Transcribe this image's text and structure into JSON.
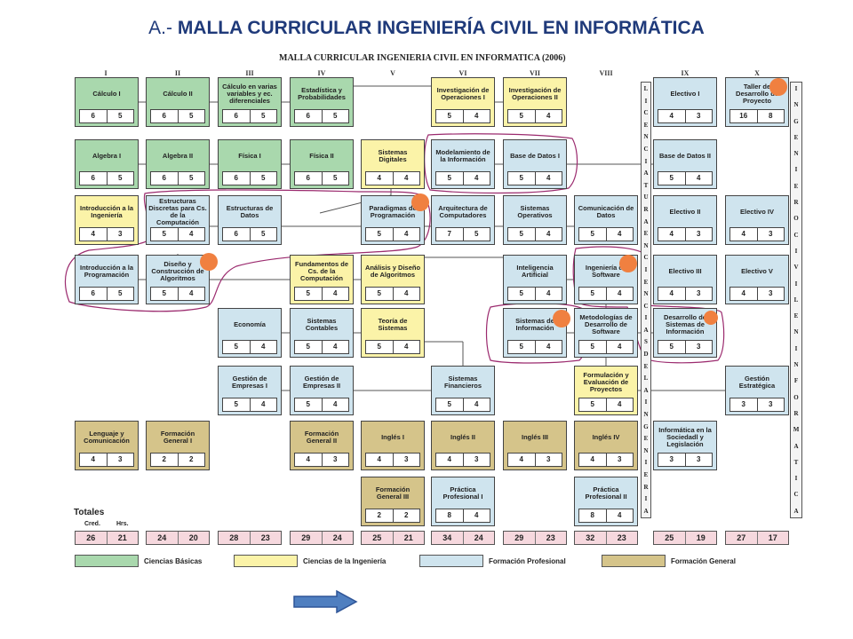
{
  "slide": {
    "title_prefix": "A.- ",
    "title_main": "MALLA CURRICULAR INGENIERÍA CIVIL EN INFORMÁTICA"
  },
  "chart": {
    "title": "MALLA CURRICULAR INGENIERIA CIVIL EN INFORMATICA (2006)"
  },
  "semesters": [
    "I",
    "II",
    "III",
    "IV",
    "V",
    "VI",
    "VII",
    "VIII",
    "IX",
    "X"
  ],
  "courses": [
    {
      "id": "calculo-i",
      "name": "Cálculo I",
      "cred": "6",
      "hrs": "5",
      "cat": "cb"
    },
    {
      "id": "calculo-ii",
      "name": "Cálculo II",
      "cred": "6",
      "hrs": "5",
      "cat": "cb"
    },
    {
      "id": "calculo-varias",
      "name": "Cálculo en varias variables y ec. diferenciales",
      "cred": "6",
      "hrs": "5",
      "cat": "cb"
    },
    {
      "id": "estadistica",
      "name": "Estadística y Probabilidades",
      "cred": "6",
      "hrs": "5",
      "cat": "cb"
    },
    {
      "id": "inv-op-i",
      "name": "Investigación de Operaciones I",
      "cred": "5",
      "hrs": "4",
      "cat": "ci"
    },
    {
      "id": "inv-op-ii",
      "name": "Investigación de Operaciones II",
      "cred": "5",
      "hrs": "4",
      "cat": "ci"
    },
    {
      "id": "electivo-i",
      "name": "Electivo I",
      "cred": "4",
      "hrs": "3",
      "cat": "fp"
    },
    {
      "id": "taller-proyecto",
      "name": "Taller de Desarrollo de Proyecto",
      "cred": "16",
      "hrs": "8",
      "cat": "fp"
    },
    {
      "id": "algebra-i",
      "name": "Algebra I",
      "cred": "6",
      "hrs": "5",
      "cat": "cb"
    },
    {
      "id": "algebra-ii",
      "name": "Algebra II",
      "cred": "6",
      "hrs": "5",
      "cat": "cb"
    },
    {
      "id": "fisica-i",
      "name": "Física I",
      "cred": "6",
      "hrs": "5",
      "cat": "cb"
    },
    {
      "id": "fisica-ii",
      "name": "Física II",
      "cred": "6",
      "hrs": "5",
      "cat": "cb"
    },
    {
      "id": "sistemas-digitales",
      "name": "Sistemas Digitales",
      "cred": "4",
      "hrs": "4",
      "cat": "ci"
    },
    {
      "id": "modelamiento",
      "name": "Modelamiento de la Información",
      "cred": "5",
      "hrs": "4",
      "cat": "fp"
    },
    {
      "id": "base-datos-i",
      "name": "Base de Datos I",
      "cred": "5",
      "hrs": "4",
      "cat": "fp"
    },
    {
      "id": "base-datos-ii",
      "name": "Base de Datos II",
      "cred": "5",
      "hrs": "4",
      "cat": "fp"
    },
    {
      "id": "intro-ingenieria",
      "name": "Introducción a la Ingeniería",
      "cred": "4",
      "hrs": "3",
      "cat": "ci"
    },
    {
      "id": "estructuras-discretas",
      "name": "Estructuras Discretas para Cs. de la Computación",
      "cred": "5",
      "hrs": "4",
      "cat": "fp"
    },
    {
      "id": "estructuras-datos",
      "name": "Estructuras de Datos",
      "cred": "6",
      "hrs": "5",
      "cat": "fp"
    },
    {
      "id": "paradigmas",
      "name": "Paradigmas de Programación",
      "cred": "5",
      "hrs": "4",
      "cat": "fp"
    },
    {
      "id": "arquitectura",
      "name": "Arquitectura de Computadores",
      "cred": "7",
      "hrs": "5",
      "cat": "fp"
    },
    {
      "id": "sistemas-operativos",
      "name": "Sistemas Operativos",
      "cred": "5",
      "hrs": "4",
      "cat": "fp"
    },
    {
      "id": "comunicacion-datos",
      "name": "Comunicación de Datos",
      "cred": "5",
      "hrs": "4",
      "cat": "fp"
    },
    {
      "id": "electivo-ii",
      "name": "Electivo II",
      "cred": "4",
      "hrs": "3",
      "cat": "fp"
    },
    {
      "id": "electivo-iv",
      "name": "Electivo IV",
      "cred": "4",
      "hrs": "3",
      "cat": "fp"
    },
    {
      "id": "intro-programacion",
      "name": "Introducción a la Programación",
      "cred": "6",
      "hrs": "5",
      "cat": "fp"
    },
    {
      "id": "diseno-algoritmos",
      "name": "Diseño y Construcción de Algoritmos",
      "cred": "5",
      "hrs": "4",
      "cat": "fp"
    },
    {
      "id": "fundamentos-cs",
      "name": "Fundamentos de Cs. de la Computación",
      "cred": "5",
      "hrs": "4",
      "cat": "ci"
    },
    {
      "id": "analisis-algoritmos",
      "name": "Análisis y Diseño de Algoritmos",
      "cred": "5",
      "hrs": "4",
      "cat": "ci"
    },
    {
      "id": "inteligencia-artificial",
      "name": "Inteligencia Artificial",
      "cred": "5",
      "hrs": "4",
      "cat": "fp"
    },
    {
      "id": "ingenieria-software",
      "name": "Ingeniería de Software",
      "cred": "5",
      "hrs": "4",
      "cat": "fp"
    },
    {
      "id": "electivo-iii",
      "name": "Electivo III",
      "cred": "4",
      "hrs": "3",
      "cat": "fp"
    },
    {
      "id": "electivo-v",
      "name": "Electivo V",
      "cred": "4",
      "hrs": "3",
      "cat": "fp"
    },
    {
      "id": "economia",
      "name": "Economía",
      "cred": "5",
      "hrs": "4",
      "cat": "fp"
    },
    {
      "id": "sistemas-contables",
      "name": "Sistemas Contables",
      "cred": "5",
      "hrs": "4",
      "cat": "fp"
    },
    {
      "id": "teoria-sistemas",
      "name": "Teoría de Sistemas",
      "cred": "5",
      "hrs": "4",
      "cat": "ci"
    },
    {
      "id": "sistemas-informacion",
      "name": "Sistemas de Información",
      "cred": "5",
      "hrs": "4",
      "cat": "fp"
    },
    {
      "id": "metodologias",
      "name": "Metodologías de Desarrollo de Software",
      "cred": "5",
      "hrs": "4",
      "cat": "fp"
    },
    {
      "id": "desarrollo-si",
      "name": "Desarrollo de Sistemas de Información",
      "cred": "5",
      "hrs": "3",
      "cat": "fp"
    },
    {
      "id": "gestion-empresas-i",
      "name": "Gestión de Empresas I",
      "cred": "5",
      "hrs": "4",
      "cat": "fp"
    },
    {
      "id": "gestion-empresas-ii",
      "name": "Gestión de Empresas II",
      "cred": "5",
      "hrs": "4",
      "cat": "fp"
    },
    {
      "id": "sistemas-financieros",
      "name": "Sistemas Financieros",
      "cred": "5",
      "hrs": "4",
      "cat": "fp"
    },
    {
      "id": "formulacion-proyectos",
      "name": "Formulación y Evaluación de Proyectos",
      "cred": "5",
      "hrs": "4",
      "cat": "ci"
    },
    {
      "id": "gestion-estrategica",
      "name": "Gestión Estratégica",
      "cred": "3",
      "hrs": "3",
      "cat": "fp"
    },
    {
      "id": "lenguaje",
      "name": "Lenguaje y Comunicación",
      "cred": "4",
      "hrs": "3",
      "cat": "fg"
    },
    {
      "id": "formacion-general-i",
      "name": "Formación General I",
      "cred": "2",
      "hrs": "2",
      "cat": "fg"
    },
    {
      "id": "formacion-general-ii",
      "name": "Formación General II",
      "cred": "4",
      "hrs": "3",
      "cat": "fg"
    },
    {
      "id": "ingles-i",
      "name": "Inglés I",
      "cred": "4",
      "hrs": "3",
      "cat": "fg"
    },
    {
      "id": "ingles-ii",
      "name": "Inglés II",
      "cred": "4",
      "hrs": "3",
      "cat": "fg"
    },
    {
      "id": "ingles-iii",
      "name": "Inglés III",
      "cred": "4",
      "hrs": "3",
      "cat": "fg"
    },
    {
      "id": "ingles-iv",
      "name": "Inglés IV",
      "cred": "4",
      "hrs": "3",
      "cat": "fg"
    },
    {
      "id": "informatica-sociedad",
      "name": "Informática en la Sociedadl y Legislación",
      "cred": "3",
      "hrs": "3",
      "cat": "fp"
    },
    {
      "id": "formacion-general-iii",
      "name": "Formación General III",
      "cred": "2",
      "hrs": "2",
      "cat": "fg"
    },
    {
      "id": "practica-i",
      "name": "Práctica Profesional I",
      "cred": "8",
      "hrs": "4",
      "cat": "fp"
    },
    {
      "id": "practica-ii",
      "name": "Práctica Profesional II",
      "cred": "8",
      "hrs": "4",
      "cat": "fp"
    }
  ],
  "vertical_labels": {
    "licenciatura": "LICENCIATURA EN CIENCIAS DE LA INGENIERIA",
    "ingeniero": "INGENIERO CIVIL EN INFORMATICA"
  },
  "totals": {
    "label": "Totales",
    "cred_label": "Cred.",
    "hrs_label": "Hrs.",
    "values": [
      {
        "cred": "26",
        "hrs": "21"
      },
      {
        "cred": "24",
        "hrs": "20"
      },
      {
        "cred": "28",
        "hrs": "23"
      },
      {
        "cred": "29",
        "hrs": "24"
      },
      {
        "cred": "25",
        "hrs": "21"
      },
      {
        "cred": "34",
        "hrs": "24"
      },
      {
        "cred": "29",
        "hrs": "23"
      },
      {
        "cred": "32",
        "hrs": "23"
      },
      {
        "cred": "25",
        "hrs": "19"
      },
      {
        "cred": "27",
        "hrs": "17"
      }
    ]
  },
  "legend": [
    {
      "label": "Ciencias Básicas",
      "color": "#a9d8ad"
    },
    {
      "label": "Ciencias de la Ingeniería",
      "color": "#fbf3a8"
    },
    {
      "label": "Formación Profesional",
      "color": "#cfe4ee"
    },
    {
      "label": "Formación General",
      "color": "#d5c48a"
    }
  ],
  "colors": {
    "highlight_outline": "#9b2a6e",
    "marker": "#f08040",
    "title": "#1f3a7a",
    "arrow": "#4f7fc0"
  },
  "icons": {
    "next": "right-arrow-icon"
  }
}
